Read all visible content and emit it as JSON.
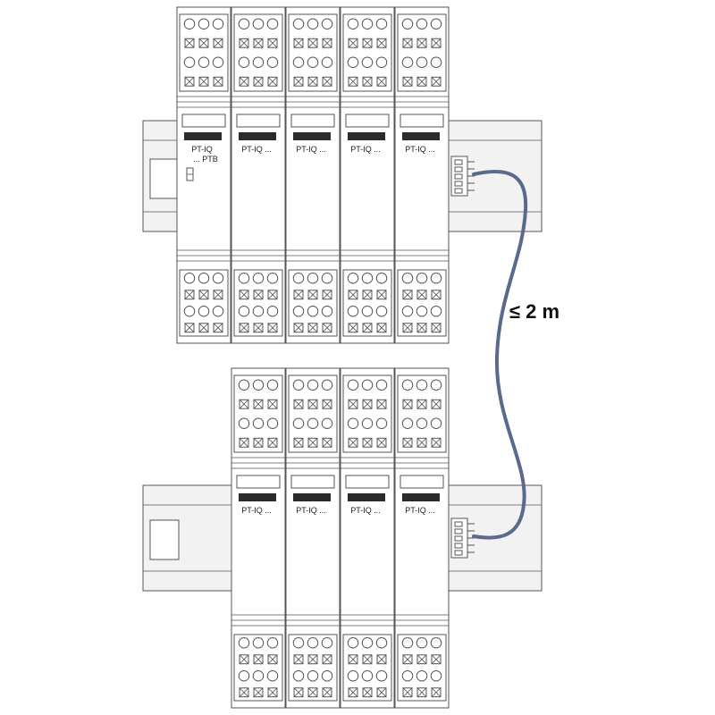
{
  "diagram": {
    "distance_label": "≤ 2 m",
    "colors": {
      "line": "#555555",
      "fill": "#ffffff",
      "rail": "#f2f2f2",
      "cable": "#5a6a8c",
      "badge": "#2b2b2b"
    },
    "top_row": {
      "modules": [
        {
          "name": "pt-iq-ptb-module",
          "line1": "PT-IQ",
          "line2": "... PTB",
          "has_switch": true
        },
        {
          "name": "pt-iq-module-1",
          "line1": "PT-IQ ...",
          "line2": "",
          "has_switch": false
        },
        {
          "name": "pt-iq-module-2",
          "line1": "PT-IQ ...",
          "line2": "",
          "has_switch": false
        },
        {
          "name": "pt-iq-module-3",
          "line1": "PT-IQ ...",
          "line2": "",
          "has_switch": false
        },
        {
          "name": "pt-iq-module-4",
          "line1": "PT-IQ ...",
          "line2": "",
          "has_switch": false
        }
      ]
    },
    "bottom_row": {
      "modules": [
        {
          "name": "pt-iq-module-5",
          "line1": "PT-IQ ...",
          "line2": "",
          "has_switch": false
        },
        {
          "name": "pt-iq-module-6",
          "line1": "PT-IQ ...",
          "line2": "",
          "has_switch": false
        },
        {
          "name": "pt-iq-module-7",
          "line1": "PT-IQ ...",
          "line2": "",
          "has_switch": false
        },
        {
          "name": "pt-iq-module-8",
          "line1": "PT-IQ ...",
          "line2": "",
          "has_switch": false
        }
      ]
    }
  }
}
